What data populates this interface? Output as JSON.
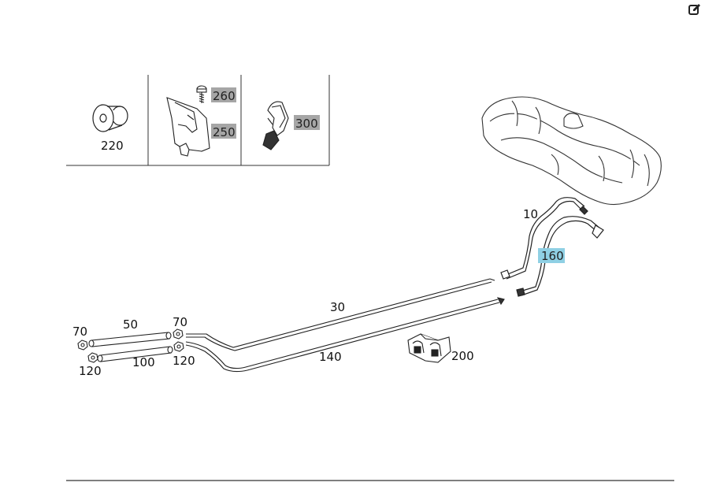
{
  "diagram": {
    "part_labels": {
      "p10": "10",
      "p30": "30",
      "p50": "50",
      "p70a": "70",
      "p70b": "70",
      "p100": "100",
      "p120a": "120",
      "p120b": "120",
      "p140": "140",
      "p160": "160",
      "p200": "200",
      "p220": "220",
      "p250": "250",
      "p260": "260",
      "p300": "300"
    },
    "highlight_colors": {
      "gray": "#a6a6a6",
      "blue": "#8fd0e4"
    },
    "toolbar": {
      "edit_icon": "edit-icon"
    }
  }
}
